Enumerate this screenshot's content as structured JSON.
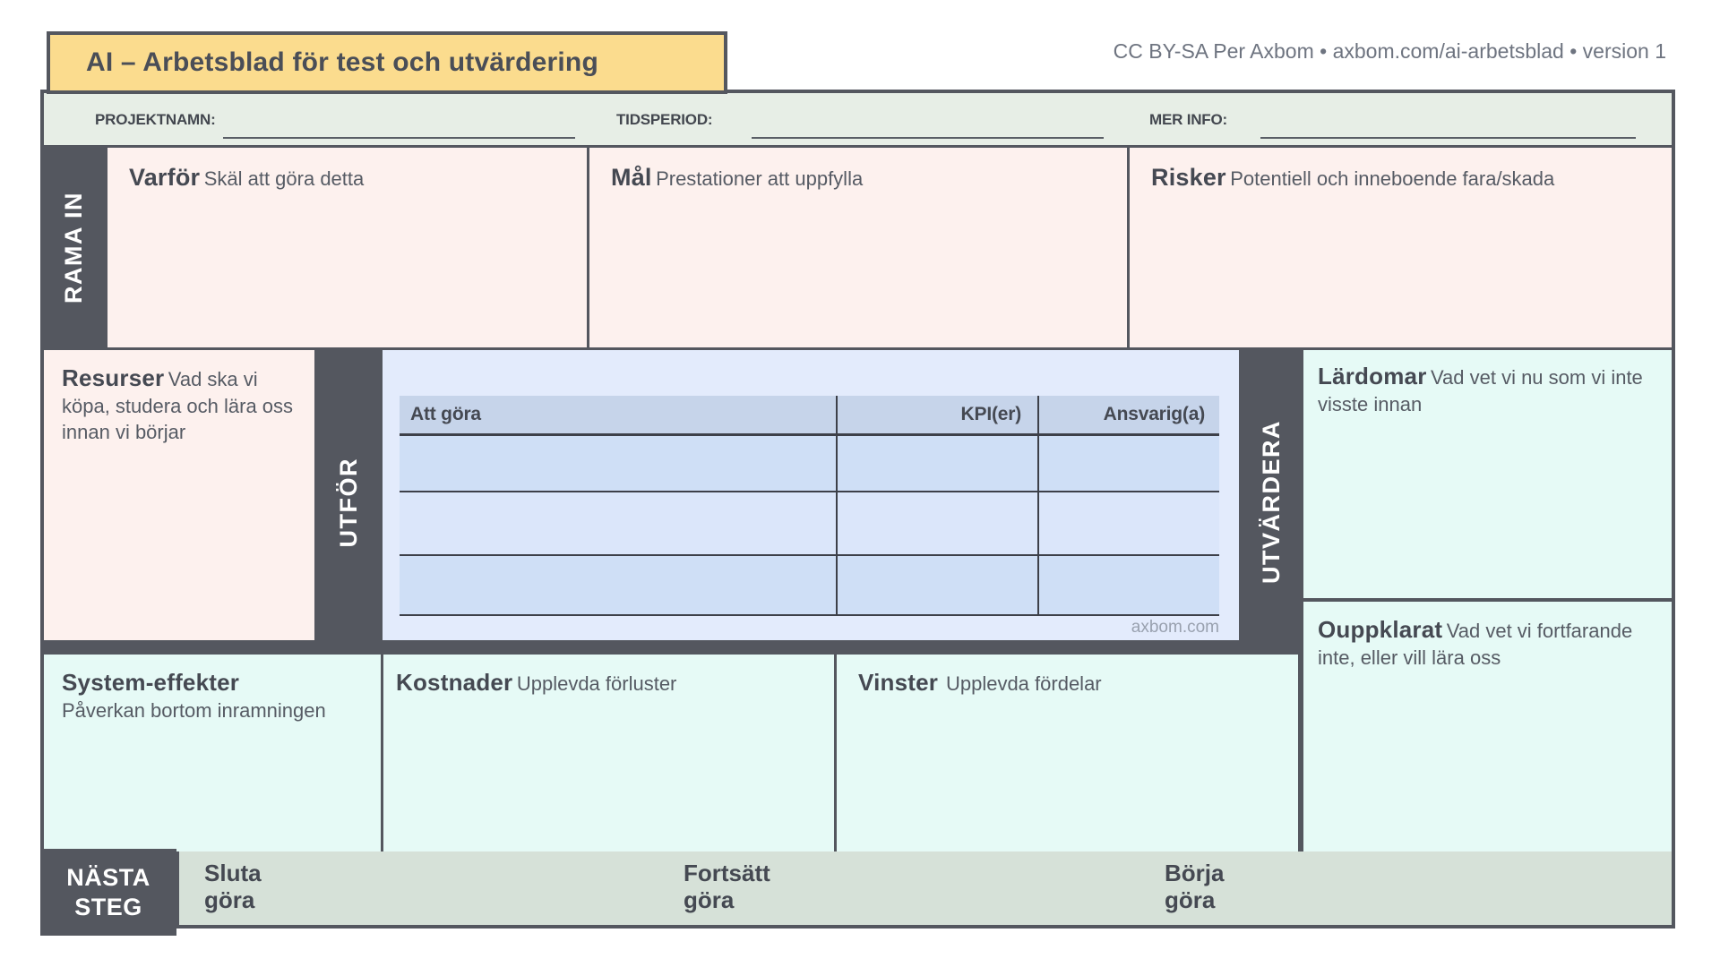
{
  "header": {
    "title": "AI – Arbetsblad för test och utvärdering",
    "credit": "CC BY-SA Per Axbom • axbom.com/ai-arbetsblad • version 1"
  },
  "fields": [
    {
      "label": "PROJEKTNAMN:",
      "value": ""
    },
    {
      "label": "TIDSPERIOD:",
      "value": ""
    },
    {
      "label": "MER INFO:",
      "value": ""
    }
  ],
  "side_labels": {
    "frame": "RAMA IN",
    "execute": "UTFÖR",
    "evaluate": "UTVÄRDERA",
    "next_line1": "NÄSTA",
    "next_line2": "STEG"
  },
  "boxes": {
    "varfor": {
      "heading": "Varför",
      "subtitle": "Skäl att göra detta"
    },
    "mal": {
      "heading": "Mål",
      "subtitle": "Prestationer att uppfylla"
    },
    "risker": {
      "heading": "Risker",
      "subtitle": "Potentiell och inneboende fara/skada"
    },
    "resurser": {
      "heading": "Resurser",
      "subtitle": "Vad ska vi köpa, studera och lära oss innan vi börjar"
    },
    "lardomar": {
      "heading": "Lärdomar",
      "subtitle": "Vad vet vi nu som vi inte visste innan"
    },
    "ouppklarat": {
      "heading": "Ouppklarat",
      "subtitle": "Vad vet vi fortfarande inte, eller vill lära oss"
    },
    "systemeffekter": {
      "heading": "System-effekter",
      "subtitle": "Påverkan bortom inramningen"
    },
    "kostnader": {
      "heading": "Kostnader",
      "subtitle": "Upplevda förluster"
    },
    "vinster": {
      "heading": "Vinster",
      "subtitle": "Upplevda fördelar"
    }
  },
  "table": {
    "headers": [
      "Att göra",
      "KPI(er)",
      "Ansvarig(a)"
    ],
    "rows": [
      [
        "",
        "",
        ""
      ],
      [
        "",
        "",
        ""
      ],
      [
        "",
        "",
        ""
      ]
    ],
    "watermark": "axbom.com"
  },
  "next_steps": {
    "stop": {
      "line1": "Sluta",
      "line2": "göra"
    },
    "continue": {
      "line1": "Fortsätt",
      "line2": "göra"
    },
    "start": {
      "line1": "Börja",
      "line2": "göra"
    }
  },
  "colors": {
    "dark_slate": "#54575f",
    "yellow": "#fbdc8e",
    "pink": "#fdf1ee",
    "cyan": "#e6faf6",
    "sage_light": "#e7eee6",
    "sage_dark": "#d6e1d8",
    "blue_panel": "#e3ebfc",
    "blue_row": "#cfdff6",
    "blue_row_alt": "#dbe6fa",
    "blue_header": "#c6d4ea"
  }
}
